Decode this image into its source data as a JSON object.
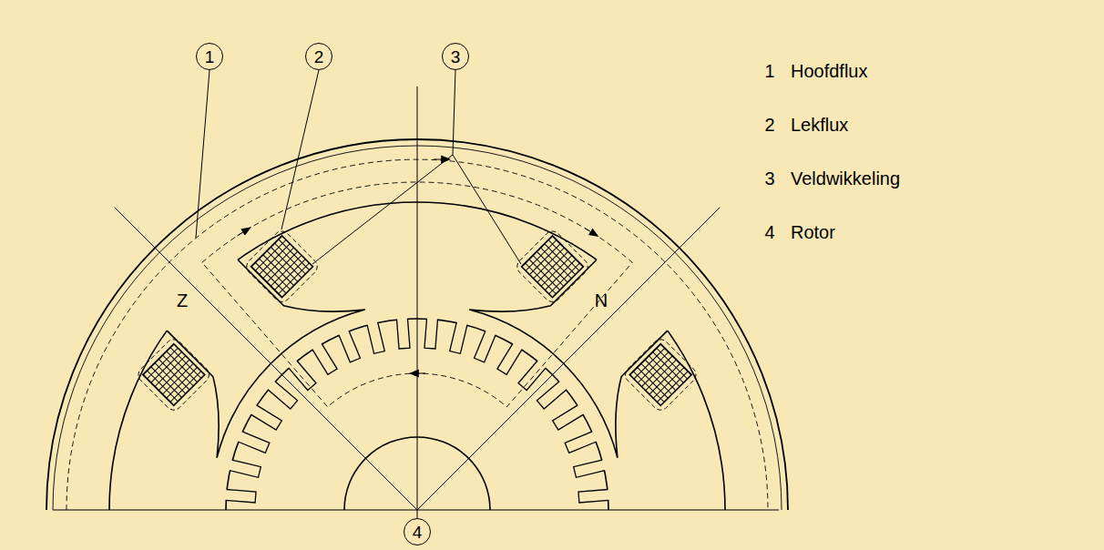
{
  "diagram": {
    "nodes": [
      {
        "text": [
          "1"
        ]
      },
      {
        "text": [
          "2"
        ]
      },
      {
        "text": [
          "3"
        ]
      },
      {
        "text": [
          "4"
        ]
      }
    ],
    "labels": [
      "Z",
      "N",
      "1",
      "Hoofdflux",
      "2",
      "Lekflux",
      "3",
      "Veldwikkeling",
      "4",
      "Rotor"
    ]
  }
}
